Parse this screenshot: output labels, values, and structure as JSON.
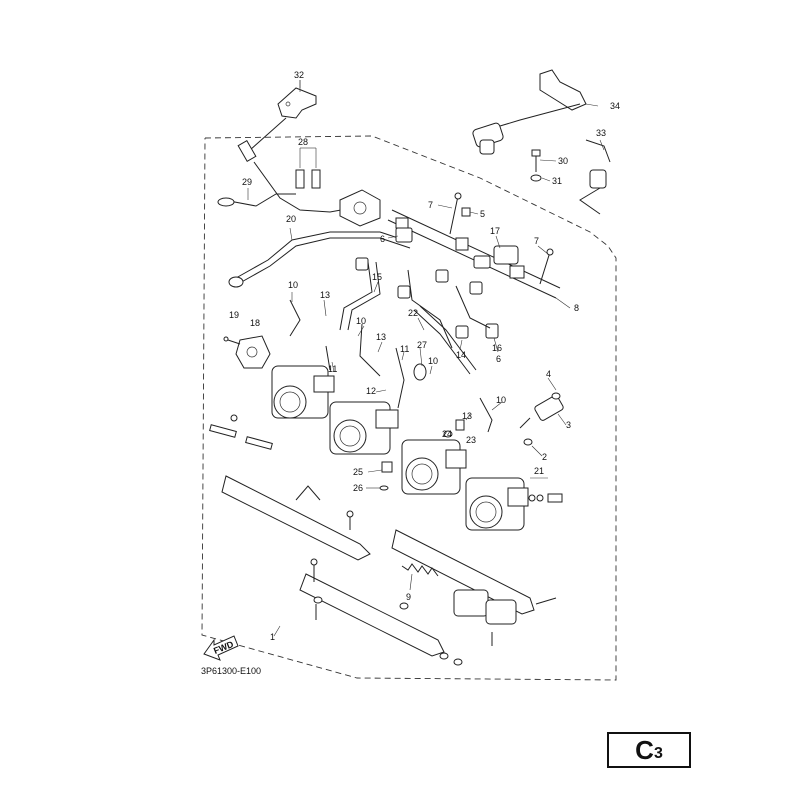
{
  "diagram": {
    "callouts": {
      "c1": "1",
      "c2": "2",
      "c3": "3",
      "c4": "4",
      "c5": "5",
      "c6a": "6",
      "c6b": "6",
      "c7a": "7",
      "c7b": "7",
      "c8": "8",
      "c9": "9",
      "c10a": "10",
      "c10b": "10",
      "c10c": "10",
      "c10d": "10",
      "c11a": "11",
      "c11b": "11",
      "c12": "12",
      "c13a": "13",
      "c13b": "13",
      "c13c": "13",
      "c14": "14",
      "c15": "15",
      "c16": "16",
      "c17": "17",
      "c18": "18",
      "c19": "19",
      "c20": "20",
      "c21": "21",
      "c22": "22",
      "c23": "23",
      "c24": "24",
      "c25": "25",
      "c26": "26",
      "c27": "27",
      "c28": "28",
      "c29": "29",
      "c30": "30",
      "c31": "31",
      "c32": "32",
      "c33": "33",
      "c34": "34"
    },
    "drawing_code": "3P61300-E100",
    "fwd_label": "FWD"
  },
  "page_badge": {
    "letter": "C",
    "number": "3"
  }
}
